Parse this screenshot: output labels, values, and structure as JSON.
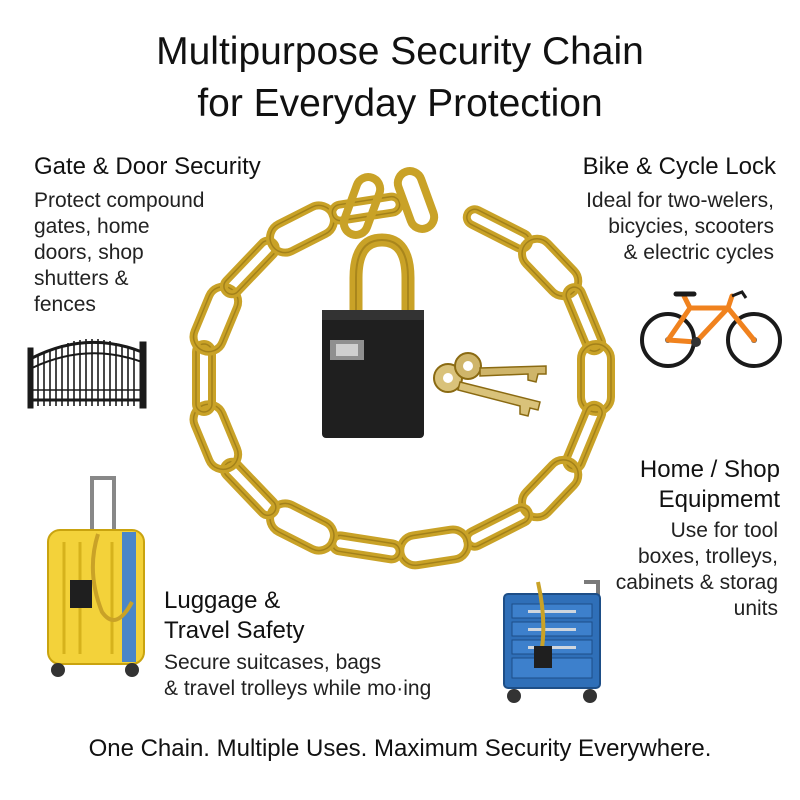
{
  "title": {
    "line1": "Multipurpose Security Chain",
    "line2": "for Everyday Protection"
  },
  "sections": {
    "gate": {
      "heading": "Gate & Door Security",
      "lines": [
        "Protect compound",
        "gates, home",
        "doors, shop",
        "shutters &",
        "fences"
      ],
      "icon": "gate-icon"
    },
    "bike": {
      "heading": "Bike & Cycle Lock",
      "lines": [
        "Ideal for two-welers,",
        "bicycies, scooters",
        "& electric cycles"
      ],
      "icon": "bicycle-icon"
    },
    "shop": {
      "heading_line1": "Home / Shop",
      "heading_line2": "Equipmemt",
      "lines": [
        "Use for tool",
        "boxes, trolleys,",
        "cabinets & storag",
        "units"
      ],
      "icon": "tool-cart-icon"
    },
    "luggage": {
      "heading_line1": "Luggage &",
      "heading_line2": "Travel Safety",
      "lines": [
        "Secure suitcases, bags",
        "& travel trolleys while mo·ing"
      ],
      "icon": "suitcase-icon"
    }
  },
  "tagline": "One Chain. Multiple Uses. Maximum Security Everywhere.",
  "colors": {
    "chain_gold": "#c9a227",
    "chain_dark": "#8a6a12",
    "padlock_body": "#1f1f1f",
    "bike_orange": "#f0821e",
    "suitcase_yellow": "#f3d23a",
    "cart_blue": "#2f6fb8"
  }
}
